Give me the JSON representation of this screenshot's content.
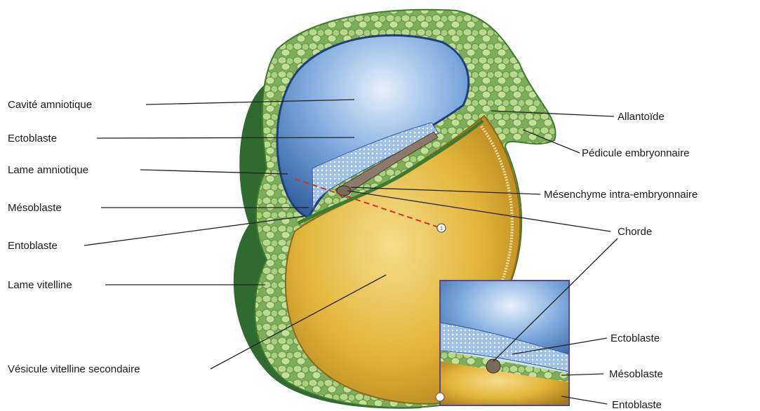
{
  "labels_left": {
    "cavite_amniotique": "Cavité amniotique",
    "ectoblaste": "Ectoblaste",
    "lame_amniotique": "Lame amniotique",
    "mesoblaste": "Mésoblaste",
    "entoblaste": "Entoblaste",
    "lame_vitelline": "Lame vitelline",
    "vesicule_vitelline": "Vésicule vitelline secondaire"
  },
  "labels_right": {
    "allantoide": "Allantoïde",
    "pedicule": "Pédicule embryonnaire",
    "mesenchyme": "Mésenchyme intra-embryonnaire",
    "chorde": "Chorde"
  },
  "inset_labels": {
    "ectoblaste": "Ectoblaste",
    "mesoblaste": "Mésoblaste",
    "entoblaste": "Entoblaste"
  },
  "markers": {
    "section_marker": "1"
  },
  "colors": {
    "yolk_sac": "#e2b53a",
    "amniotic_cavity": "#5a8fd0",
    "extraembryonic_mesoderm": "#7fae5a",
    "inset_border": "#5a4a8a",
    "section_line": "#c0392b"
  }
}
